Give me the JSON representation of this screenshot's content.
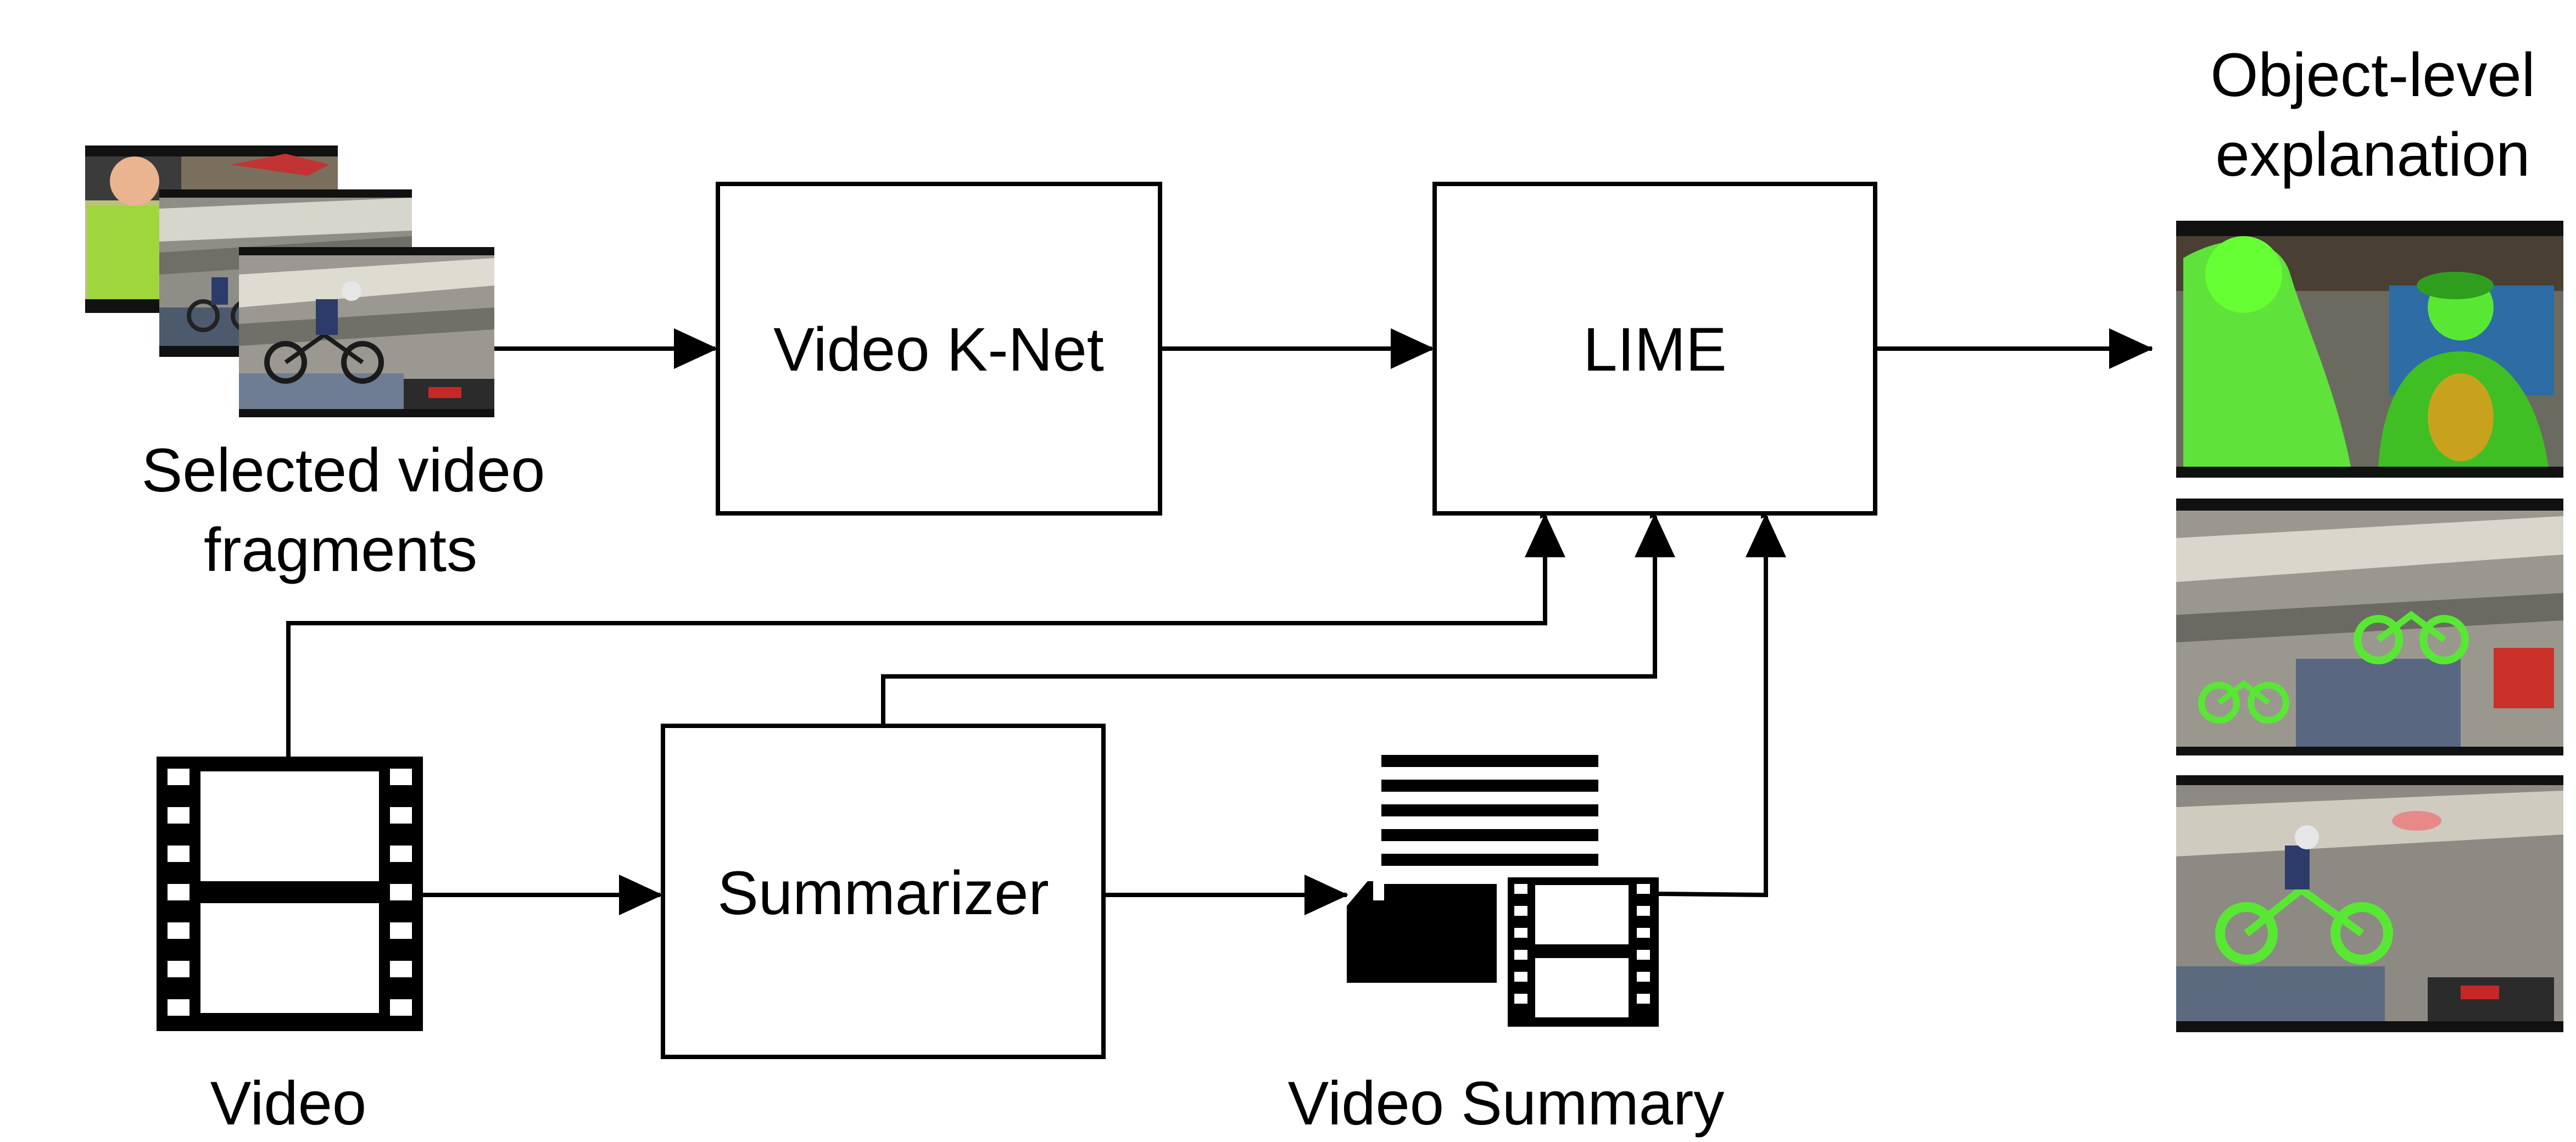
{
  "boxes": {
    "knet": "Video K-Net",
    "lime": "LIME",
    "summarizer": "Summarizer"
  },
  "labels": {
    "fragments_line1": "Selected video",
    "fragments_line2": "fragments",
    "video": "Video",
    "summary": "Video Summary",
    "explanation_line1": "Object-level",
    "explanation_line2": "explanation"
  },
  "icons": {
    "fragments": "video-frames-stack-icon",
    "video": "film-strip-icon",
    "summary": "summary-document-film-icon"
  },
  "colors": {
    "stroke": "#000000",
    "highlight": "#66ff33"
  }
}
